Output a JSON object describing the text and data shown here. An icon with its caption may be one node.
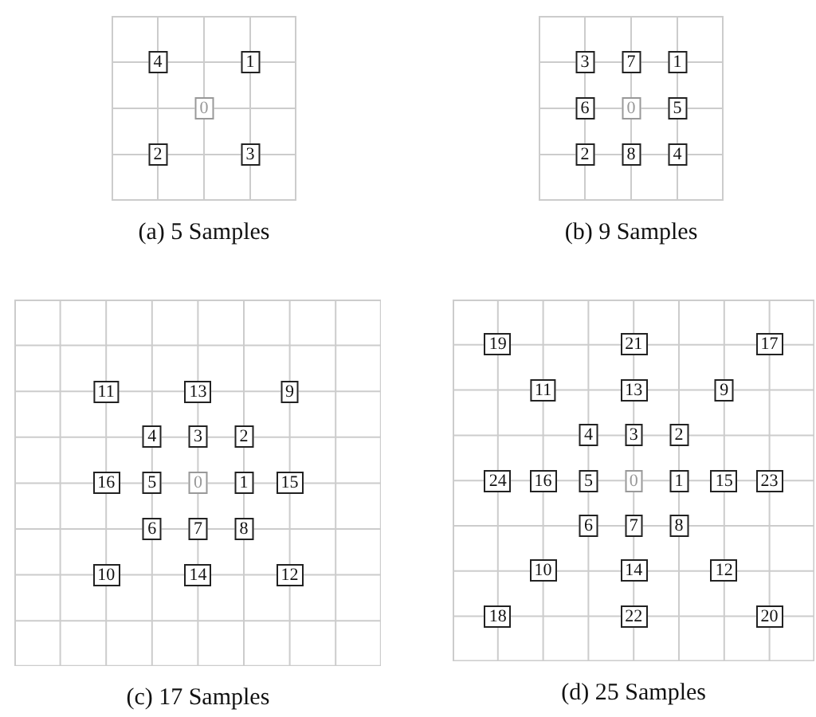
{
  "diagram": {
    "nodes": [
      {
        "text": [],
        "shape": "grid",
        "beside": [
          "(a) 5 Samples"
        ]
      },
      {
        "text": [
          "4"
        ],
        "in": 0
      },
      {
        "text": [
          "1"
        ],
        "in": 0
      },
      {
        "text": [
          "0"
        ],
        "in": 0
      },
      {
        "text": [
          "2"
        ],
        "in": 0
      },
      {
        "text": [
          "3"
        ],
        "in": 0
      },
      {
        "text": [],
        "shape": "grid",
        "beside": [
          "(b) 9 Samples"
        ]
      },
      {
        "text": [
          "3"
        ],
        "in": 6
      },
      {
        "text": [
          "7"
        ],
        "in": 6
      },
      {
        "text": [
          "1"
        ],
        "in": 6
      },
      {
        "text": [
          "6"
        ],
        "in": 6
      },
      {
        "text": [
          "0"
        ],
        "in": 6
      },
      {
        "text": [
          "5"
        ],
        "in": 6
      },
      {
        "text": [
          "2"
        ],
        "in": 6
      },
      {
        "text": [
          "8"
        ],
        "in": 6
      },
      {
        "text": [
          "4"
        ],
        "in": 6
      },
      {
        "text": [],
        "shape": "grid",
        "beside": [
          "(c) 17 Samples"
        ]
      },
      {
        "text": [
          "11"
        ],
        "in": 16
      },
      {
        "text": [
          "13"
        ],
        "in": 16
      },
      {
        "text": [
          "9"
        ],
        "in": 16
      },
      {
        "text": [
          "4"
        ],
        "in": 16
      },
      {
        "text": [
          "3"
        ],
        "in": 16
      },
      {
        "text": [
          "2"
        ],
        "in": 16
      },
      {
        "text": [
          "16"
        ],
        "in": 16
      },
      {
        "text": [
          "5"
        ],
        "in": 16
      },
      {
        "text": [
          "0"
        ],
        "in": 16
      },
      {
        "text": [
          "1"
        ],
        "in": 16
      },
      {
        "text": [
          "15"
        ],
        "in": 16
      },
      {
        "text": [
          "6"
        ],
        "in": 16
      },
      {
        "text": [
          "7"
        ],
        "in": 16
      },
      {
        "text": [
          "8"
        ],
        "in": 16
      },
      {
        "text": [
          "10"
        ],
        "in": 16
      },
      {
        "text": [
          "14"
        ],
        "in": 16
      },
      {
        "text": [
          "12"
        ],
        "in": 16
      },
      {
        "text": [],
        "shape": "grid",
        "beside": [
          "(d) 25 Samples"
        ]
      },
      {
        "text": [
          "19"
        ],
        "in": 34
      },
      {
        "text": [
          "21"
        ],
        "in": 34
      },
      {
        "text": [
          "17"
        ],
        "in": 34
      },
      {
        "text": [
          "11"
        ],
        "in": 34
      },
      {
        "text": [
          "13"
        ],
        "in": 34
      },
      {
        "text": [
          "9"
        ],
        "in": 34
      },
      {
        "text": [
          "4"
        ],
        "in": 34
      },
      {
        "text": [
          "3"
        ],
        "in": 34
      },
      {
        "text": [
          "2"
        ],
        "in": 34
      },
      {
        "text": [
          "24"
        ],
        "in": 34
      },
      {
        "text": [
          "16"
        ],
        "in": 34
      },
      {
        "text": [
          "5"
        ],
        "in": 34
      },
      {
        "text": [
          "0"
        ],
        "in": 34
      },
      {
        "text": [
          "1"
        ],
        "in": 34
      },
      {
        "text": [
          "15"
        ],
        "in": 34
      },
      {
        "text": [
          "23"
        ],
        "in": 34
      },
      {
        "text": [
          "6"
        ],
        "in": 34
      },
      {
        "text": [
          "7"
        ],
        "in": 34
      },
      {
        "text": [
          "8"
        ],
        "in": 34
      },
      {
        "text": [
          "10"
        ],
        "in": 34
      },
      {
        "text": [
          "14"
        ],
        "in": 34
      },
      {
        "text": [
          "12"
        ],
        "in": 34
      },
      {
        "text": [
          "18"
        ],
        "in": 34
      },
      {
        "text": [
          "22"
        ],
        "in": 34
      },
      {
        "text": [
          "20"
        ],
        "in": 34
      }
    ]
  }
}
